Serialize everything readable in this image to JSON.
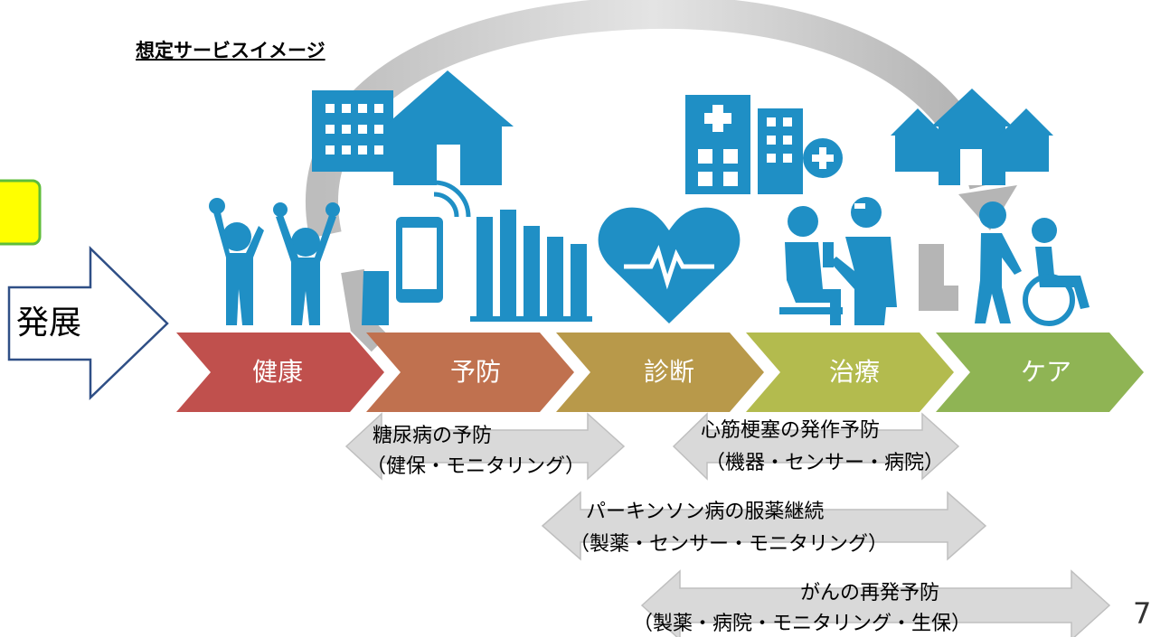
{
  "title": "想定サービスイメージ",
  "development_label": "発展",
  "stages": [
    {
      "label": "健康",
      "color": "#c0504d"
    },
    {
      "label": "予防",
      "color": "#c0714f"
    },
    {
      "label": "診断",
      "color": "#b8994a"
    },
    {
      "label": "治療",
      "color": "#b3bb4e"
    },
    {
      "label": "ケア",
      "color": "#8fb454"
    }
  ],
  "icons": [
    "office-building-icon",
    "house-icon",
    "hospital-icon",
    "clinic-icon",
    "houses-icon",
    "cheering-people-icon",
    "smartphone-icon",
    "bar-chart-icon",
    "heartbeat-icon",
    "doctor-patient-icon",
    "wheelchair-care-icon",
    "cycle-arrow-icon"
  ],
  "icon_color": "#1f8fc5",
  "outcomes": [
    {
      "line1": "糖尿病の予防",
      "line2": "（健保・モニタリング）"
    },
    {
      "line1": "心筋梗塞の発作予防",
      "line2": "（機器・センサー・病院）"
    },
    {
      "line1": "パーキンソン病の服薬継続",
      "line2": "（製薬・センサー・モニタリング）"
    },
    {
      "line1": "がんの再発予防",
      "line2": "（製薬・病院・モニタリング・生保）"
    }
  ],
  "page_number": "7"
}
